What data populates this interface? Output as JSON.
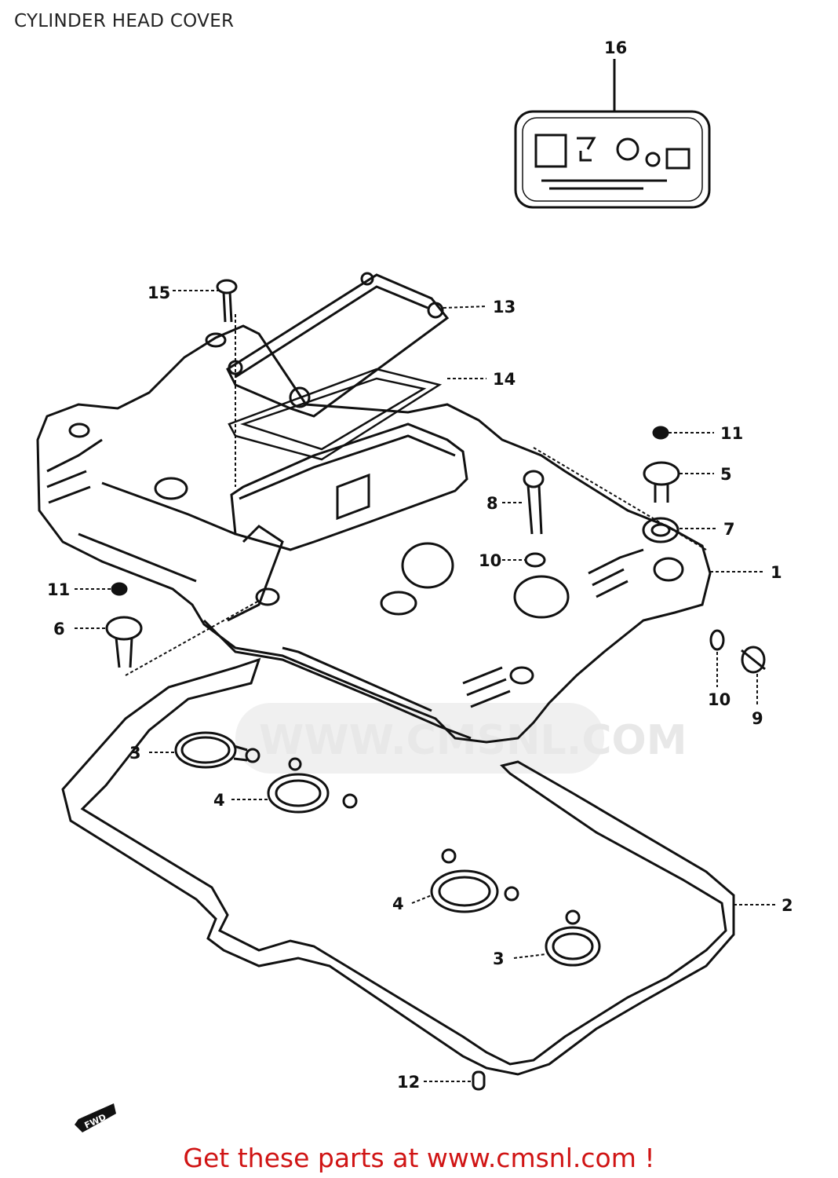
{
  "page": {
    "title": "CYLINDER HEAD COVER",
    "footer_text": "Get these parts at www.cmsnl.com !",
    "watermark": "WWW.CMSNL.COM"
  },
  "diagram": {
    "callouts": [
      "16",
      "15",
      "13",
      "14",
      "11",
      "5",
      "8",
      "7",
      "10",
      "1",
      "11",
      "6",
      "10",
      "9",
      "3",
      "4",
      "4",
      "2",
      "3",
      "12"
    ],
    "direction_marker": "FWD"
  }
}
